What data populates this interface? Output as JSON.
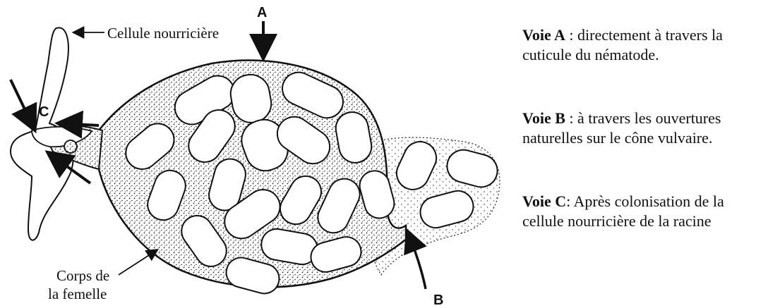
{
  "labels": {
    "cellule": "Cellule nourricière",
    "corps_line1": "Corps de",
    "corps_line2": "la femelle",
    "letter_a": "A",
    "letter_b": "B",
    "letter_c": "C"
  },
  "legend": [
    {
      "voie": "Voie A",
      "sep": " : ",
      "line1": "directement à travers la",
      "line2": "cuticule du nématode."
    },
    {
      "voie": "Voie B",
      "sep": " : ",
      "line1": "à travers les ouvertures",
      "line2": "naturelles sur le cône vulvaire."
    },
    {
      "voie": "Voie C",
      "sep": ": ",
      "line1": "Après colonisation de la",
      "line2": "cellule nourricière de la racine"
    }
  ],
  "colors": {
    "ink": "#111111",
    "background": "#ffffff"
  }
}
